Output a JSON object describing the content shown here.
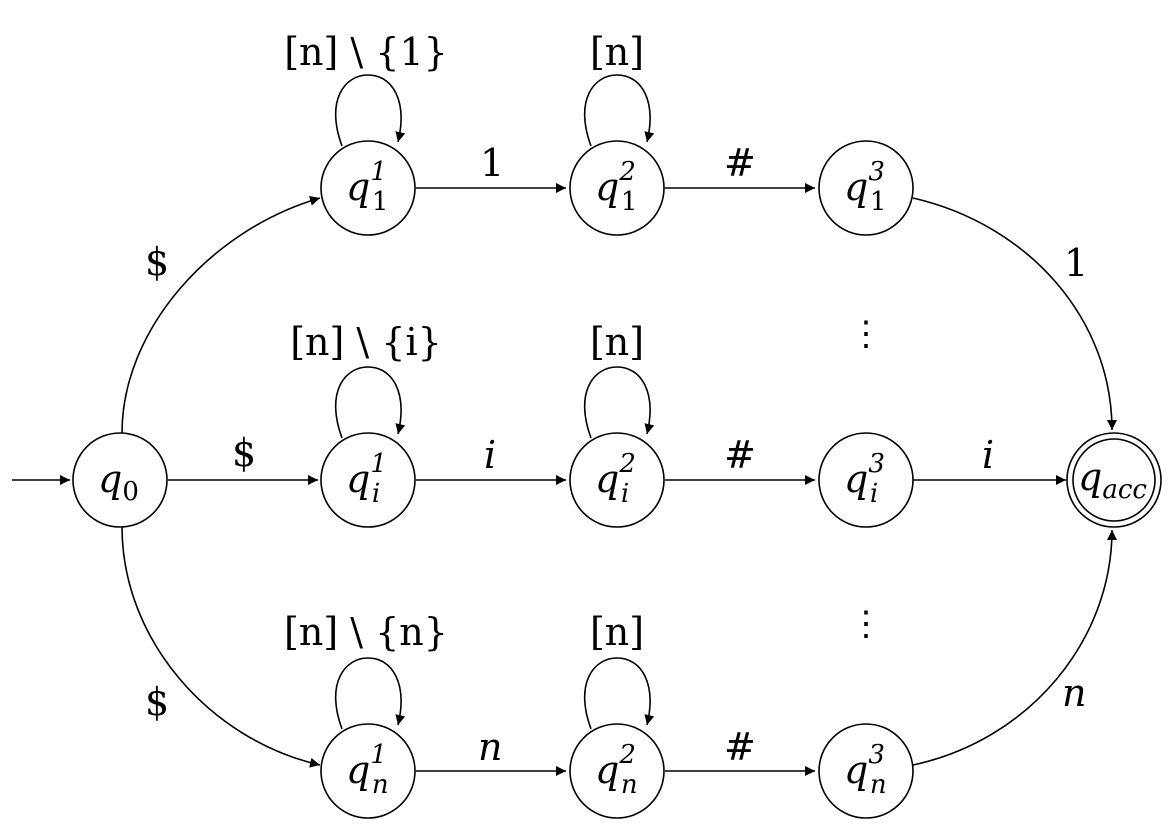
{
  "states": {
    "q0": {
      "base": "q",
      "sub": "0",
      "sup": ""
    },
    "q1_1": {
      "base": "q",
      "sub": "1",
      "sup": "1"
    },
    "q1_2": {
      "base": "q",
      "sub": "1",
      "sup": "2"
    },
    "q1_3": {
      "base": "q",
      "sub": "1",
      "sup": "3"
    },
    "qi_1": {
      "base": "q",
      "sub": "i",
      "sup": "1"
    },
    "qi_2": {
      "base": "q",
      "sub": "i",
      "sup": "2"
    },
    "qi_3": {
      "base": "q",
      "sub": "i",
      "sup": "3"
    },
    "qn_1": {
      "base": "q",
      "sub": "n",
      "sup": "1"
    },
    "qn_2": {
      "base": "q",
      "sub": "n",
      "sup": "2"
    },
    "qn_3": {
      "base": "q",
      "sub": "n",
      "sup": "3"
    },
    "qacc": {
      "base": "q",
      "sub": "acc",
      "sup": ""
    }
  },
  "edges": {
    "q0_q1_1": "$",
    "q0_qi_1": "$",
    "q0_qn_1": "$",
    "q1_1_q1_2": "1",
    "qi_1_qi_2": "i",
    "qn_1_qn_2": "n",
    "q1_2_q1_3": "#",
    "qi_2_qi_3": "#",
    "qn_2_qn_3": "#",
    "q1_3_qacc": "1",
    "qi_3_qacc": "i",
    "qn_3_qacc": "n"
  },
  "loops": {
    "q1_1": "[n] \\ {1}",
    "qi_1": "[n] \\ {i}",
    "qn_1": "[n] \\ {n}",
    "q1_2": "[n]",
    "qi_2": "[n]",
    "qn_2": "[n]"
  },
  "ellipsis": {
    "upper": "⋮",
    "lower": "⋮"
  }
}
